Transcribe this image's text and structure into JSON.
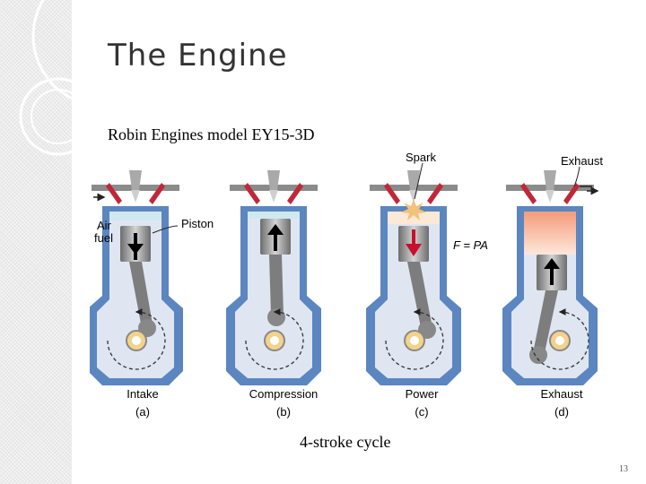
{
  "slide": {
    "title": "The Engine",
    "subtitle": "Robin Engines model EY15-3D",
    "caption": "4-stroke cycle",
    "page_number": "13"
  },
  "diagram": {
    "strokes": [
      {
        "name": "Intake",
        "letter": "(a)",
        "piston_direction": "down"
      },
      {
        "name": "Compression",
        "letter": "(b)",
        "piston_direction": "up"
      },
      {
        "name": "Power",
        "letter": "(c)",
        "piston_direction": "down"
      },
      {
        "name": "Exhaust",
        "letter": "(d)",
        "piston_direction": "up"
      }
    ],
    "labels": {
      "air": "Air",
      "fuel": "fuel",
      "piston": "Piston",
      "spark": "Spark",
      "exhaust": "Exhaust",
      "force": "F = PA"
    },
    "colors": {
      "block": "#5b86c0",
      "chamber": "#dfe6f2",
      "compressed_gas": "#cfe9ef",
      "valve": "#c0283a",
      "arrow": "#c8102e",
      "exhaust_gas": "#f6a889",
      "spark": "#f3c27a",
      "rod": "#7d7d7d"
    }
  }
}
